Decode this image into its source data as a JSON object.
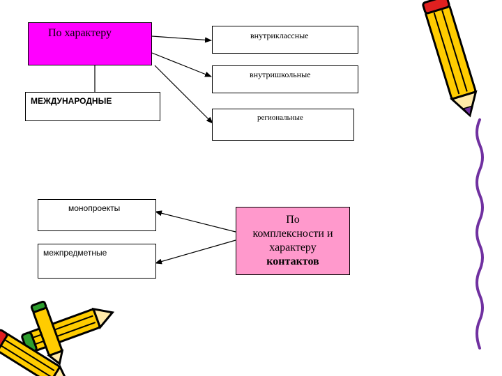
{
  "diagram": {
    "main_box": {
      "label": "По характеру",
      "color": "#ff00ff"
    },
    "boxes": [
      {
        "id": "intra-class",
        "label": "внутриклассные"
      },
      {
        "id": "intra-school",
        "label": "внутришкольные"
      },
      {
        "id": "international",
        "label": "МЕЖДУНАРОДНЫЕ"
      },
      {
        "id": "regional",
        "label": "региональные"
      },
      {
        "id": "mono",
        "label": "монопроекты"
      },
      {
        "id": "interdisciplinary",
        "label": "межпредметные"
      }
    ],
    "second_main_box": {
      "lines": [
        "По",
        "комплексности и",
        "характеру",
        "контактов"
      ],
      "color": "#ff99cc"
    }
  },
  "decorations": {
    "pencil_color": "#ffcc00",
    "pencil_outline_color": "#000000",
    "tip_color": "#7030a0",
    "eraser_red": "#e02020",
    "eraser_green": "#2e9e2e",
    "icons": [
      "pencil-icon",
      "crossed-pencils-icon"
    ]
  }
}
